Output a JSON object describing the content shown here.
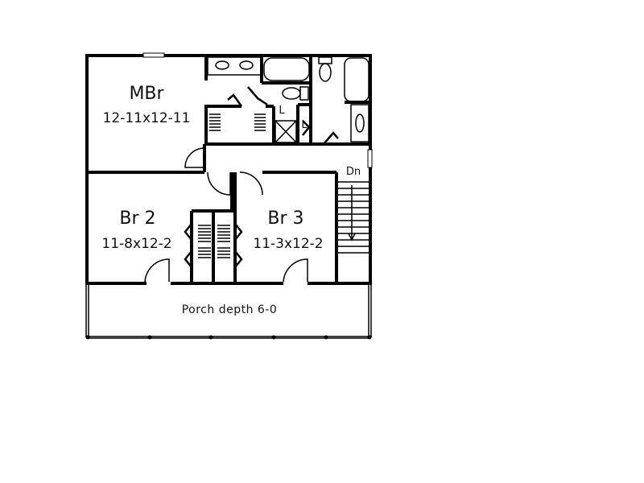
{
  "floor_plan": {
    "rooms": [
      {
        "id": "master-bedroom",
        "name": "MBr",
        "dimensions": "12-11x12-11"
      },
      {
        "id": "bedroom-2",
        "name": "Br 2",
        "dimensions": "11-8x12-2"
      },
      {
        "id": "bedroom-3",
        "name": "Br 3",
        "dimensions": "11-3x12-2"
      }
    ],
    "porch": {
      "label": "Porch depth 6-0"
    },
    "stairs": {
      "label": "Dn"
    },
    "linen_labels": [
      "L",
      "L"
    ],
    "colors": {
      "wall": "#000000",
      "background": "#ffffff"
    }
  }
}
